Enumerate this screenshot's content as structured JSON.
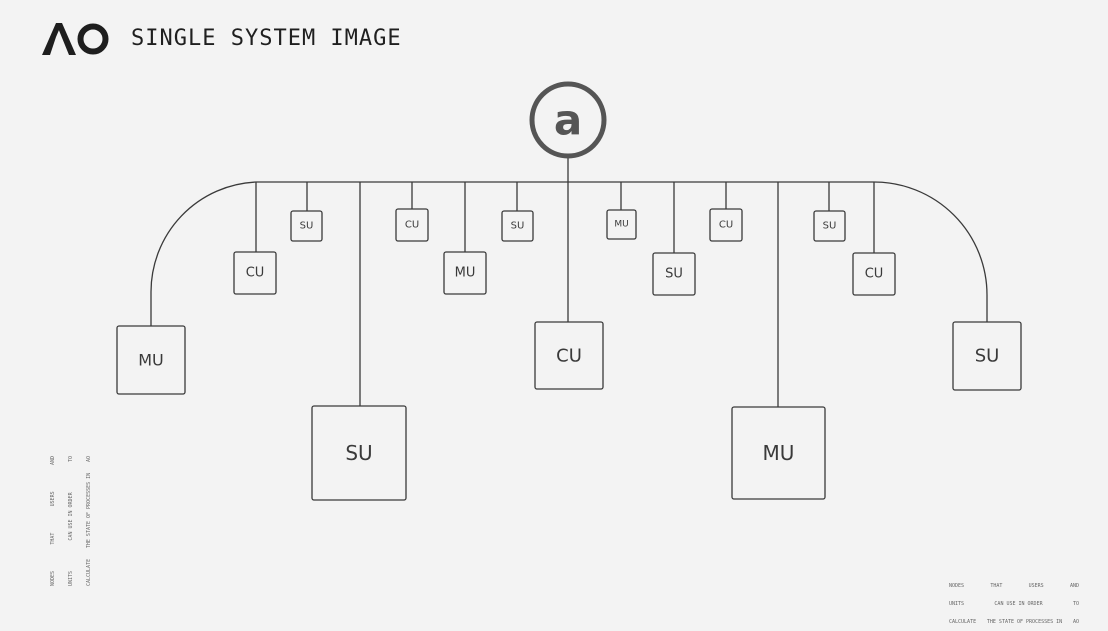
{
  "header": {
    "logo_text": "AO",
    "title": "SINGLE SYSTEM IMAGE"
  },
  "hub": {
    "label": "a"
  },
  "nodes": [
    {
      "id": "mu-left",
      "label": "MU"
    },
    {
      "id": "cu-1",
      "label": "CU"
    },
    {
      "id": "su-1",
      "label": "SU"
    },
    {
      "id": "su-big-left",
      "label": "SU"
    },
    {
      "id": "cu-2",
      "label": "CU"
    },
    {
      "id": "mu-1",
      "label": "MU"
    },
    {
      "id": "su-2",
      "label": "SU"
    },
    {
      "id": "cu-center",
      "label": "CU"
    },
    {
      "id": "mu-2",
      "label": "MU"
    },
    {
      "id": "su-3",
      "label": "SU"
    },
    {
      "id": "cu-3",
      "label": "CU"
    },
    {
      "id": "mu-big-right",
      "label": "MU"
    },
    {
      "id": "su-4",
      "label": "SU"
    },
    {
      "id": "cu-4",
      "label": "CU"
    },
    {
      "id": "su-right",
      "label": "SU"
    }
  ],
  "footnote": {
    "line1": [
      "NODES",
      "THAT",
      "USERS",
      "AND"
    ],
    "line2": [
      "UNITS",
      "CAN USE IN ORDER",
      "TO"
    ],
    "line3": [
      "CALCULATE",
      "THE STATE OF PROCESSES IN",
      "AO"
    ]
  }
}
